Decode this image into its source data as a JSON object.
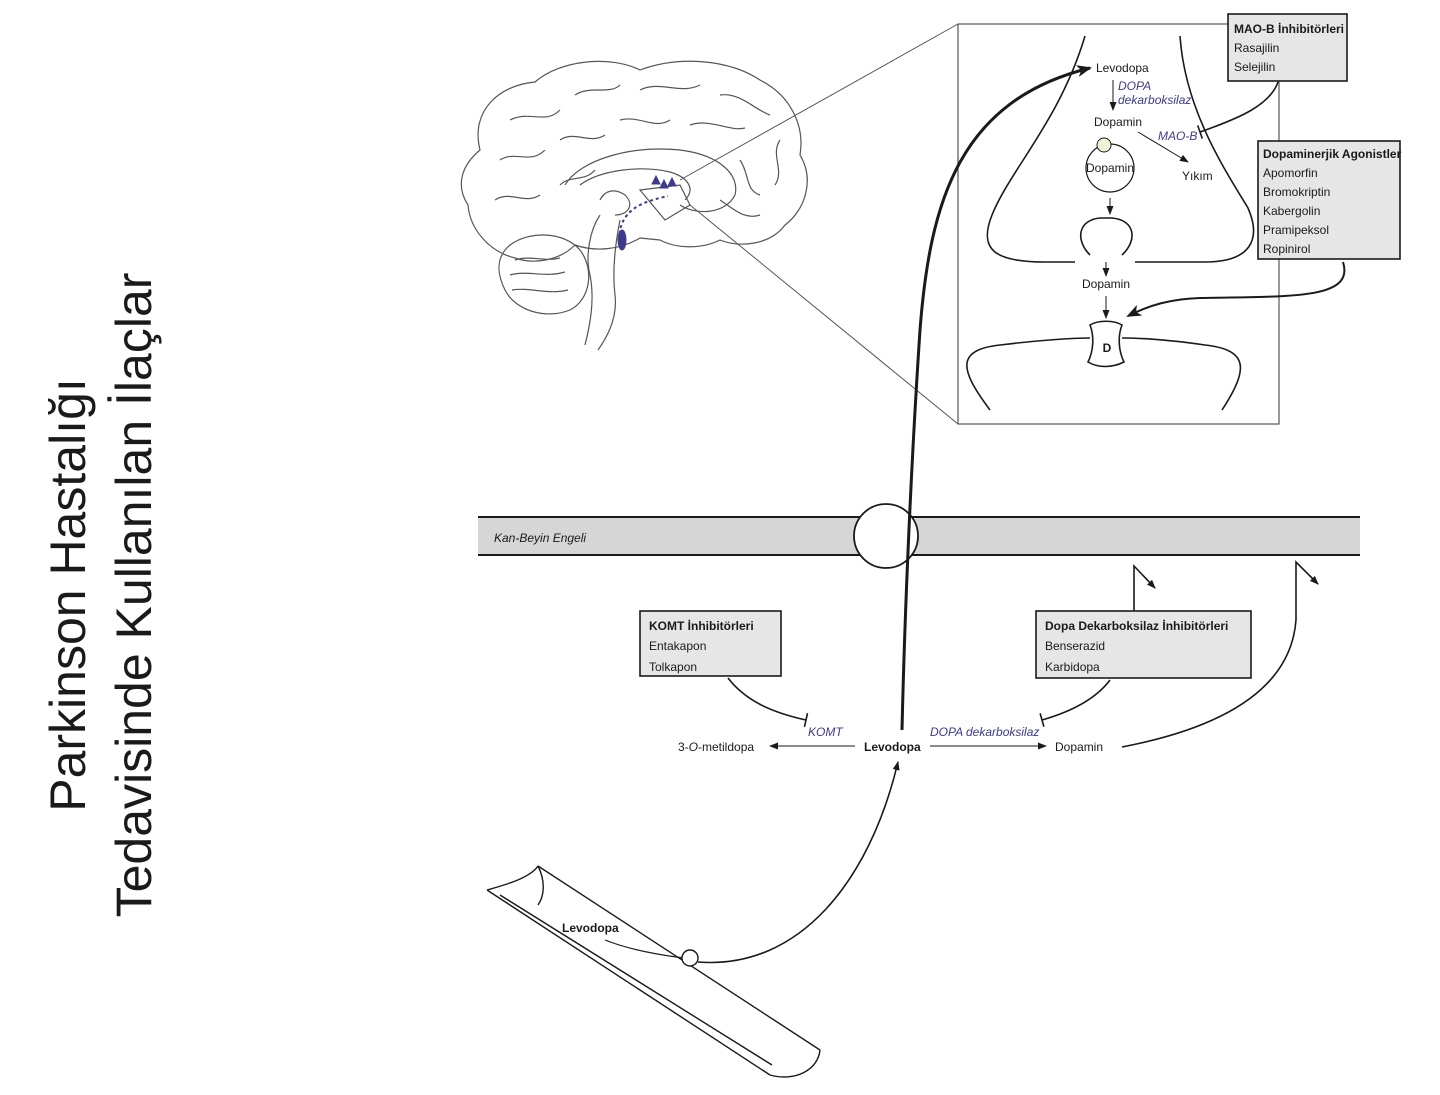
{
  "title": {
    "line1": "Parkinson Hastalığı",
    "line2": "Tedavisinde Kullanılan İlaçlar"
  },
  "synapse": {
    "levodopa": "Levodopa",
    "enzyme_dopa_1": "DOPA",
    "enzyme_dopa_2": "dekarboksilaz",
    "dopamine_1": "Dopamin",
    "enzyme_maob": "MAO-B",
    "vesicle": "Dopamin",
    "breakdown": "Yıkım",
    "dopamine_released": "Dopamin",
    "receptor": "D"
  },
  "boxes": {
    "maob": {
      "title": "MAO-B İnhibitörleri",
      "items": [
        "Rasajilin",
        "Selejilin"
      ]
    },
    "agonists": {
      "title": "Dopaminerjik Agonistler",
      "items": [
        "Apomorfin",
        "Bromokriptin",
        "Kabergolin",
        "Pramipeksol",
        "Ropinirol"
      ]
    },
    "komt": {
      "title": "KOMT İnhibitörleri",
      "items": [
        "Entakapon",
        "Tolkapon"
      ]
    },
    "ddc": {
      "title": "Dopa Dekarboksilaz İnhibitörleri",
      "items": [
        "Benserazid",
        "Karbidopa"
      ]
    }
  },
  "barrier": {
    "label": "Kan-Beyin Engeli"
  },
  "periphery": {
    "metabolite_prefix": "3-",
    "metabolite_o": "O",
    "metabolite_suffix": "-metildopa",
    "komt_enzyme": "KOMT",
    "levodopa": "Levodopa",
    "ddc_enzyme": "DOPA dekarboksilaz",
    "dopamine": "Dopamin"
  },
  "gut": {
    "label": "Levodopa"
  },
  "colors": {
    "enzyme_text": "#3d3a8c",
    "box_fill": "#e6e6e6",
    "barrier_fill": "#d6d6d6",
    "brain_highlight": "#3d3a8c"
  }
}
